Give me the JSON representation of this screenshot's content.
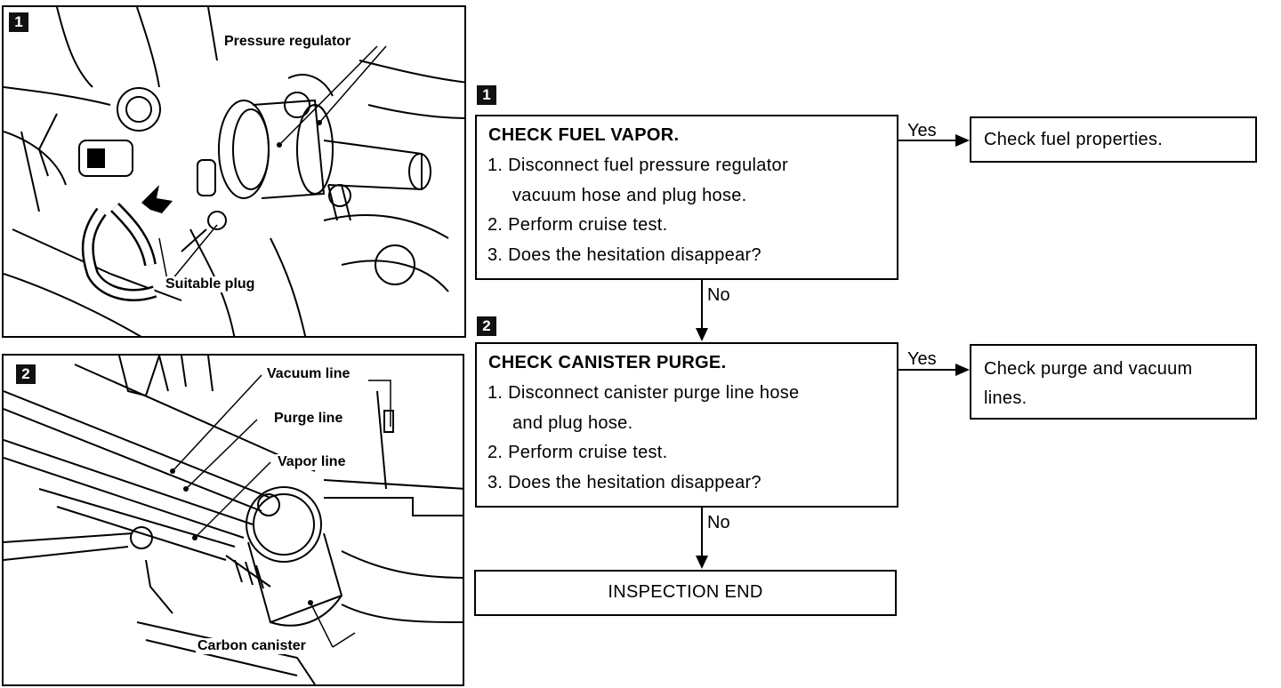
{
  "figure1": {
    "step": "1",
    "labels": {
      "pressure_regulator": "Pressure regulator",
      "suitable_plug": "Suitable plug"
    }
  },
  "figure2": {
    "step": "2",
    "labels": {
      "vacuum_line": "Vacuum line",
      "purge_line": "Purge line",
      "vapor_line": "Vapor line",
      "carbon_canister": "Carbon canister"
    }
  },
  "flowchart": {
    "step1": {
      "badge": "1",
      "title": "CHECK FUEL VAPOR.",
      "lines": [
        "1. Disconnect fuel pressure regulator",
        "vacuum hose and plug hose.",
        "2. Perform cruise test.",
        "3. Does the hesitation disappear?"
      ],
      "yes_label": "Yes",
      "yes_result": "Check fuel properties.",
      "no_label": "No"
    },
    "step2": {
      "badge": "2",
      "title": "CHECK CANISTER PURGE.",
      "lines": [
        "1. Disconnect canister purge line hose",
        "and plug hose.",
        "2. Perform cruise test.",
        "3. Does the hesitation disappear?"
      ],
      "yes_label": "Yes",
      "yes_result": "Check purge and vacuum lines.",
      "no_label": "No"
    },
    "end": "INSPECTION END"
  }
}
